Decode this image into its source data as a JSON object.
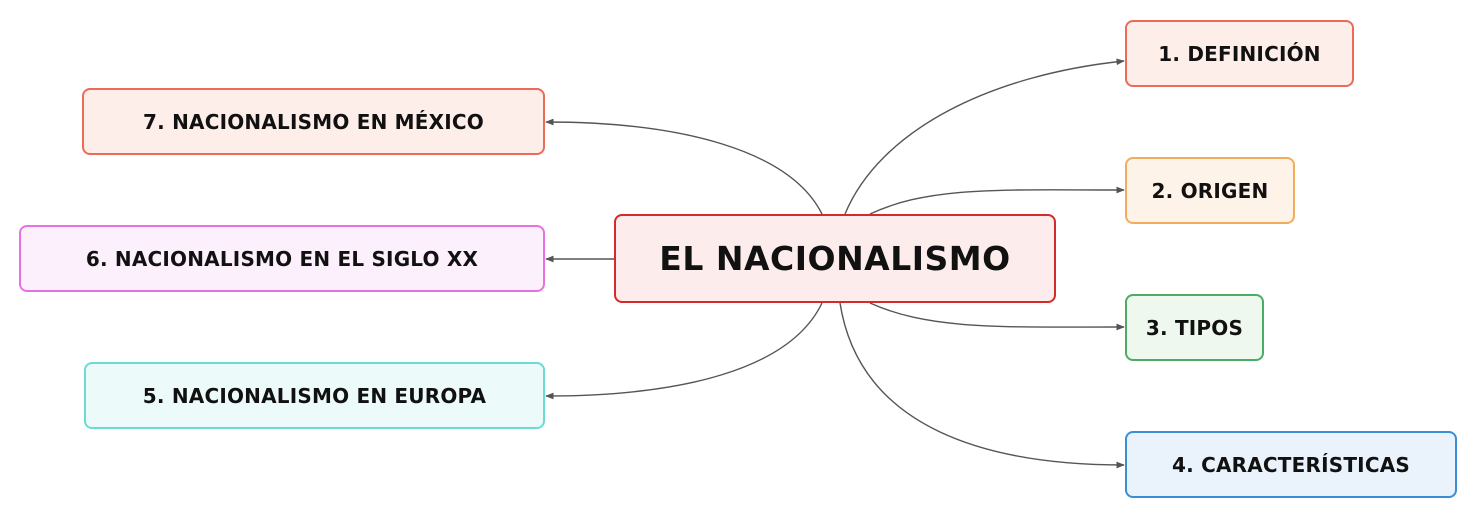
{
  "central": {
    "label": "EL NACIONALISMO",
    "fill": "#fdecec",
    "border": "#d42a2a"
  },
  "branches": [
    {
      "label": "1. DEFINICIÓN",
      "fill": "#fdeeea",
      "border": "#ea6b5a"
    },
    {
      "label": "2. ORIGEN",
      "fill": "#fdf3e8",
      "border": "#f2ac5c"
    },
    {
      "label": "3. TIPOS",
      "fill": "#eef8ef",
      "border": "#4bac64"
    },
    {
      "label": "4. CARACTERÍSTICAS",
      "fill": "#eaf3fb",
      "border": "#3a8fd4"
    },
    {
      "label": "5. NACIONALISMO EN EUROPA",
      "fill": "#ecfbfa",
      "border": "#6cdbd6"
    },
    {
      "label": "6. NACIONALISMO EN EL SIGLO XX",
      "fill": "#fcf0fd",
      "border": "#e771e4"
    },
    {
      "label": "7. NACIONALISMO EN MÉXICO",
      "fill": "#fdeeea",
      "border": "#ea6b5a"
    }
  ],
  "connector_color": "#555555"
}
